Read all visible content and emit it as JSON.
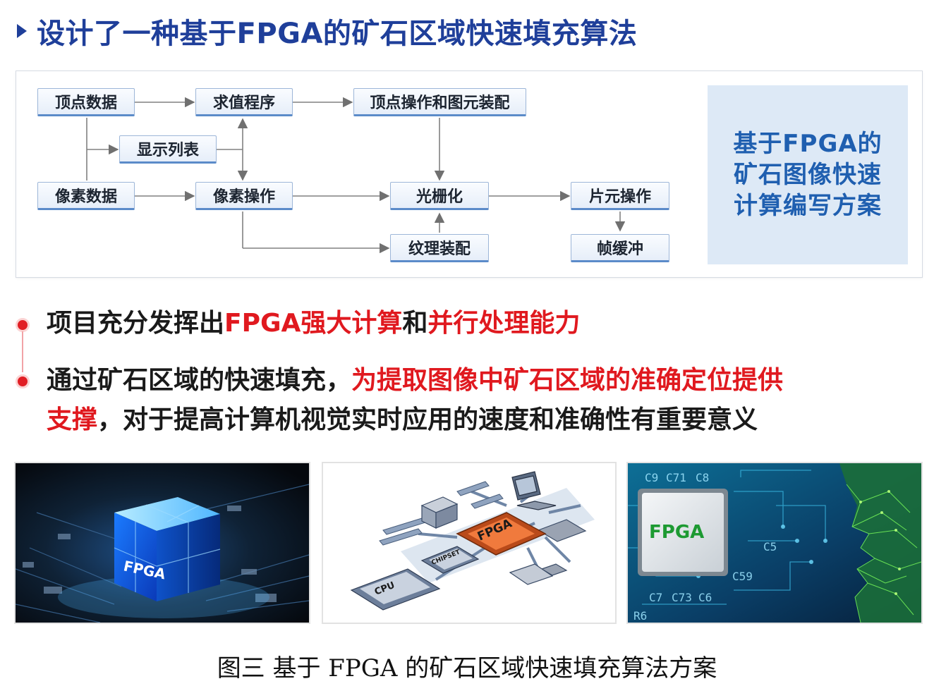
{
  "title": "设计了一种基于FPGA的矿石区域快速填充算法",
  "diagram": {
    "nodes": {
      "vertex_data": "顶点数据",
      "evaluator": "求值程序",
      "vertex_ops": "顶点操作和图元装配",
      "display_list": "显示列表",
      "pixel_data": "像素数据",
      "pixel_ops": "像素操作",
      "rasterization": "光栅化",
      "fragment_ops": "片元操作",
      "texture_assembly": "纹理装配",
      "framebuffer": "帧缓冲"
    },
    "side_box": {
      "lines": [
        "基于FPGA的",
        "矿石图像快速",
        "计算编写方案"
      ]
    }
  },
  "bullets": [
    {
      "parts": [
        {
          "text": "项目充分发挥出",
          "red": false
        },
        {
          "text": "FPGA强大计算",
          "red": true
        },
        {
          "text": "和",
          "red": false
        },
        {
          "text": "并行处理能力",
          "red": true
        }
      ]
    },
    {
      "line1": [
        {
          "text": "通过矿石区域的快速填充，",
          "red": false
        },
        {
          "text": "为提取图像中矿石区域的准确定位提供",
          "red": true
        }
      ],
      "line2": [
        {
          "text": "支撑",
          "red": true
        },
        {
          "text": "，对于提高计算机视觉实时应用的速度和准确性有重要意义",
          "red": false
        }
      ]
    }
  ],
  "images": {
    "img1_label": "FPGA",
    "img2_labels": {
      "fpga": "FPGA",
      "chipset": "CHIPSET",
      "cpu": "CPU"
    },
    "img3_labels": {
      "fpga": "FPGA",
      "c9": "C9",
      "c71": "C71",
      "c8": "C8",
      "c5": "C5",
      "c59": "C59",
      "c7": "C7",
      "c73": "C73",
      "c6": "C6",
      "r6": "R6"
    }
  },
  "caption": "图三  基于 FPGA 的矿石区域快速填充算法方案"
}
